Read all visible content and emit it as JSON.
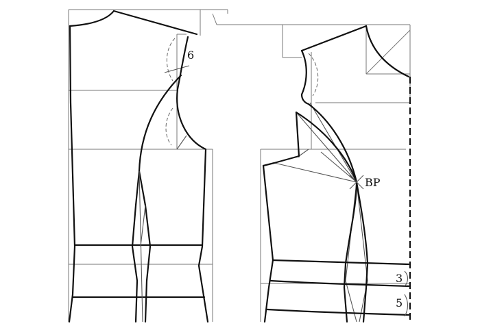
{
  "labels": {
    "dart_width": "6",
    "bust_point": "BP",
    "waist_offset_upper": "3",
    "waist_offset_lower": "5"
  },
  "colors": {
    "line": "#111111",
    "guide": "#777777",
    "background": "#ffffff"
  }
}
